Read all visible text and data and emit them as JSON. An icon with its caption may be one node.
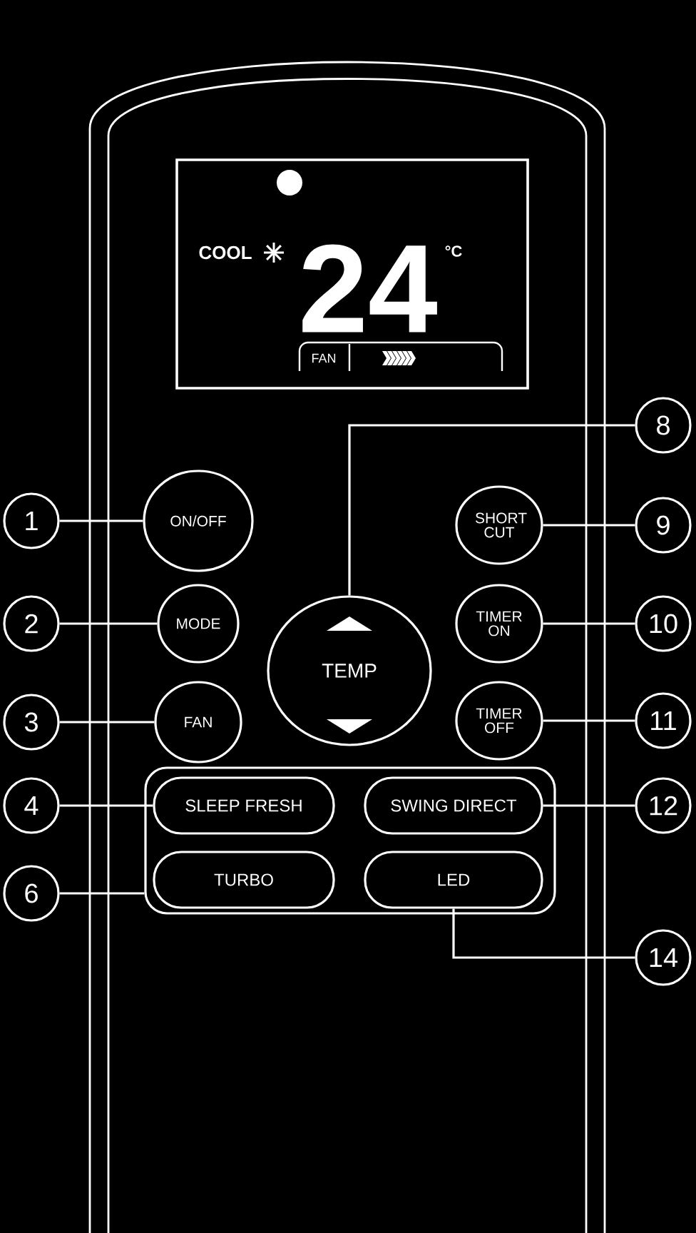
{
  "diagram": {
    "nodes": [
      {
        "text": [
          "COOL",
          "24",
          "°C",
          "FAN"
        ]
      },
      {
        "text": [
          "1"
        ]
      },
      {
        "text": [
          "ON/OFF"
        ]
      },
      {
        "text": [
          "2"
        ]
      },
      {
        "text": [
          "MODE"
        ]
      },
      {
        "text": [
          "3"
        ]
      },
      {
        "text": [
          "FAN"
        ]
      },
      {
        "text": [
          "8"
        ]
      },
      {
        "text": [
          "TEMP"
        ]
      },
      {
        "text": [
          "SHORT CUT"
        ]
      },
      {
        "text": [
          "9"
        ]
      },
      {
        "text": [
          "TIMER ON"
        ]
      },
      {
        "text": [
          "10"
        ]
      },
      {
        "text": [
          "TIMER OFF"
        ]
      },
      {
        "text": [
          "11"
        ]
      },
      {
        "text": [],
        "shape": "box"
      },
      {
        "text": [
          "SLEEP FRESH"
        ],
        "in": 15
      },
      {
        "text": [
          "SWING DIRECT"
        ],
        "in": 15
      },
      {
        "text": [
          "TURBO"
        ],
        "in": 15
      },
      {
        "text": [
          "LED"
        ],
        "in": 15
      },
      {
        "text": [
          "4"
        ]
      },
      {
        "text": [
          "12"
        ]
      },
      {
        "text": [
          "6"
        ]
      },
      {
        "text": [
          "14"
        ]
      }
    ],
    "edges": [
      {
        "from": 1,
        "to": 2,
        "arrow": "none"
      },
      {
        "from": 3,
        "to": 4,
        "arrow": "none"
      },
      {
        "from": 5,
        "to": 6,
        "arrow": "none"
      },
      {
        "from": 7,
        "to": 8,
        "arrow": "none"
      },
      {
        "from": 10,
        "to": 9,
        "arrow": "none"
      },
      {
        "from": 12,
        "to": 11,
        "arrow": "none"
      },
      {
        "from": 14,
        "to": 13,
        "arrow": "none"
      },
      {
        "from": 20,
        "to": 16,
        "arrow": "none"
      },
      {
        "from": 21,
        "to": 17,
        "arrow": "none"
      },
      {
        "from": 22,
        "to": 15,
        "arrow": "none"
      },
      {
        "from": 23,
        "to": 19,
        "arrow": "none"
      }
    ]
  }
}
